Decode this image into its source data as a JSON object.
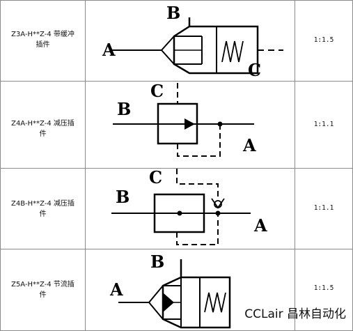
{
  "rows": [
    {
      "model_line1": "Z3A-H**Z-4 带缓冲",
      "model_line2": "插件",
      "ratio": "1:1.5",
      "ports": {
        "A": "A",
        "B": "B",
        "C": "C"
      }
    },
    {
      "model_line1": "Z4A-H**Z-4 减压插",
      "model_line2": "件",
      "ratio": "1:1.1",
      "ports": {
        "A": "A",
        "B": "B",
        "C": "C"
      }
    },
    {
      "model_line1": "Z4B-H**Z-4 减压插",
      "model_line2": "件",
      "ratio": "1:1.1",
      "ports": {
        "A": "A",
        "B": "B",
        "C": "C"
      }
    },
    {
      "model_line1": "Z5A-H**Z-4 节流插",
      "model_line2": "件",
      "ratio": "1:1.5",
      "ports": {
        "A": "A",
        "B": "B"
      }
    }
  ],
  "watermark": "CCLair 昌林自动化"
}
